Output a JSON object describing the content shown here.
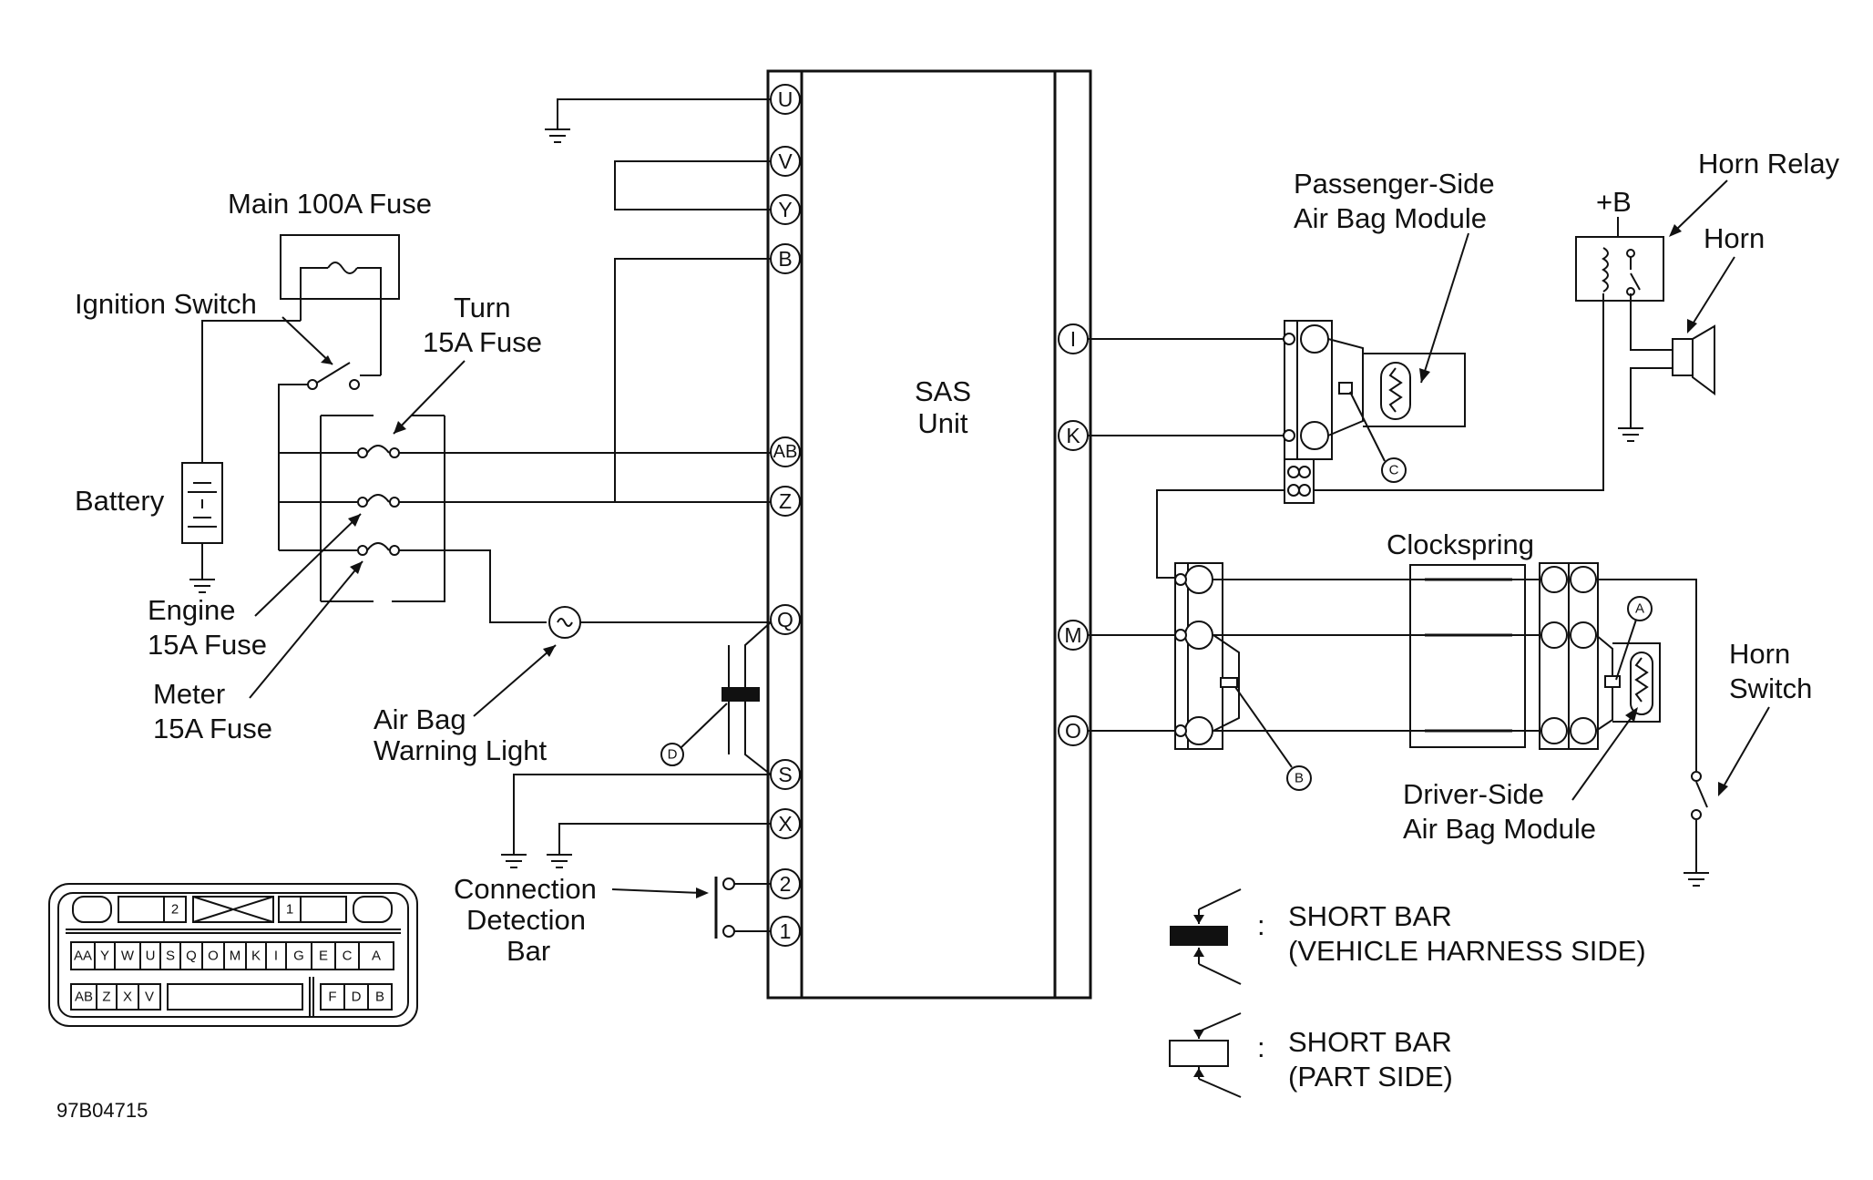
{
  "labels": {
    "main_fuse": "Main 100A Fuse",
    "ignition_switch": "Ignition Switch",
    "turn_fuse_1": "Turn",
    "turn_fuse_2": "15A Fuse",
    "battery": "Battery",
    "engine_fuse_1": "Engine",
    "engine_fuse_2": "15A Fuse",
    "meter_fuse_1": "Meter",
    "meter_fuse_2": "15A Fuse",
    "warning_light_1": "Air Bag",
    "warning_light_2": "Warning Light",
    "connection_bar_1": "Connection",
    "connection_bar_2": "Detection",
    "connection_bar_3": "Bar",
    "sas_unit_1": "SAS",
    "sas_unit_2": "Unit",
    "passenger_module_1": "Passenger-Side",
    "passenger_module_2": "Air Bag Module",
    "horn_relay": "Horn Relay",
    "plus_b": "+B",
    "horn": "Horn",
    "clockspring": "Clockspring",
    "horn_switch_1": "Horn",
    "horn_switch_2": "Switch",
    "driver_module_1": "Driver-Side",
    "driver_module_2": "Air Bag Module",
    "legend_colon_1": ":",
    "legend_vehicle_1": "SHORT BAR",
    "legend_vehicle_2": "(VEHICLE HARNESS SIDE)",
    "legend_colon_2": ":",
    "legend_part_1": "SHORT BAR",
    "legend_part_2": "(PART SIDE)",
    "figure_code": "97B04715"
  },
  "callouts": {
    "a": "A",
    "b": "B",
    "c": "C",
    "d": "D"
  },
  "left_pins": [
    "U",
    "V",
    "Y",
    "B",
    "AB",
    "Z",
    "Q",
    "S",
    "X",
    "2",
    "1"
  ],
  "right_pins": [
    "I",
    "K",
    "M",
    "O"
  ],
  "connector_face": {
    "top_row": [
      "2",
      "1"
    ],
    "middle_row": [
      "AA",
      "Y",
      "W",
      "U",
      "S",
      "Q",
      "O",
      "M",
      "K",
      "I",
      "G",
      "E",
      "C",
      "A"
    ],
    "bottom_row_left": [
      "AB",
      "Z",
      "X",
      "V"
    ],
    "bottom_row_right": [
      "F",
      "D",
      "B"
    ]
  }
}
